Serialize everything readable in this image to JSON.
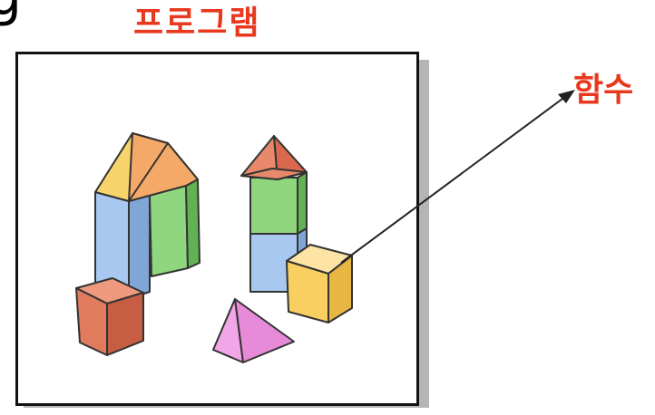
{
  "edge_fragment": "g",
  "program_label": "프로그램",
  "function_label": "함수",
  "colors": {
    "label": "#e8391f",
    "frame_border": "#111111",
    "frame_shadow": "#b5b5b5",
    "block_yellow": "#f7d36b",
    "block_blue": "#a8c8ef",
    "block_green": "#8fd67e",
    "block_red": "#e07b5e",
    "block_pink": "#f1a6e8"
  },
  "icons": [
    "arrow-icon"
  ]
}
